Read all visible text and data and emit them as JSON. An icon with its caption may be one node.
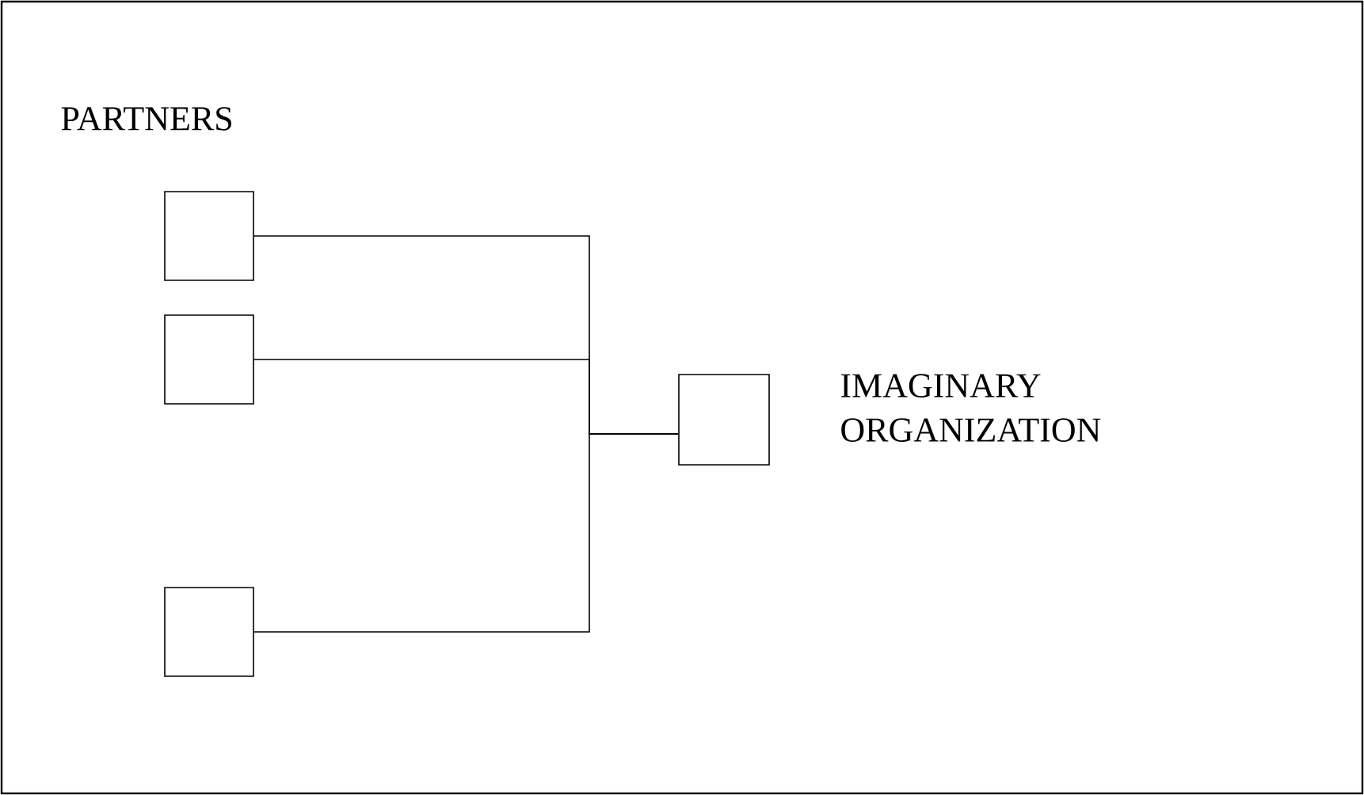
{
  "diagram": {
    "nodes": [
      {
        "text": [],
        "shape": "box"
      },
      {
        "text": [],
        "shape": "box"
      },
      {
        "text": [],
        "shape": "box"
      },
      {
        "text": [],
        "shape": "box",
        "beside": [
          "IMAGINARY ORGANIZATION"
        ]
      }
    ],
    "edges": [
      {
        "from": 0,
        "to": 3,
        "arrow": "none"
      },
      {
        "from": 1,
        "to": 3,
        "arrow": "none"
      },
      {
        "from": 2,
        "to": 3,
        "arrow": "none"
      }
    ],
    "labels": [
      "PARTNERS"
    ]
  }
}
